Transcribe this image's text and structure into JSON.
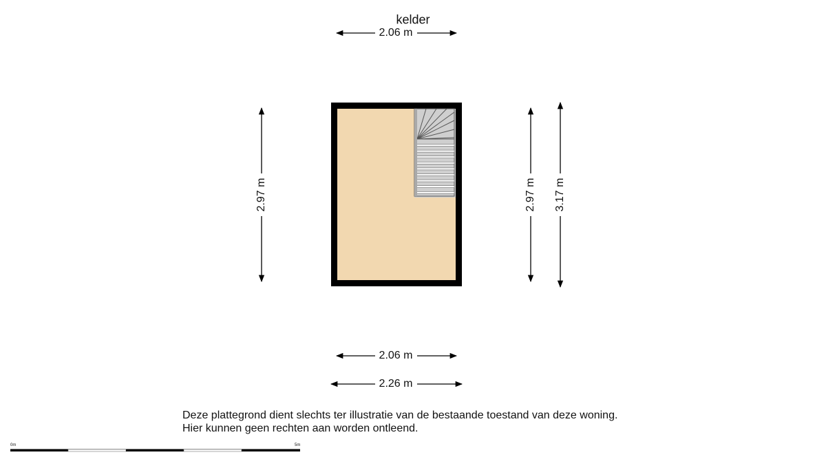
{
  "floor_title": "kelder",
  "dimensions": {
    "top_width": "2.06 m",
    "left_height": "2.97 m",
    "right_inner_height": "2.97 m",
    "right_outer_height": "3.17 m",
    "bottom_inner_width": "2.06 m",
    "bottom_outer_width": "2.26 m"
  },
  "disclaimer": {
    "line1": "Deze plattegrond dient slechts ter illustratie van de bestaande toestand van deze woning.",
    "line2": "Hier kunnen geen rechten aan worden ontleend."
  },
  "scale_bar": {
    "start_label": "0m",
    "end_label": "5m"
  },
  "colors": {
    "floor": "#f2d8b0",
    "wall": "#000000",
    "stairs": "#cfcfcf"
  }
}
